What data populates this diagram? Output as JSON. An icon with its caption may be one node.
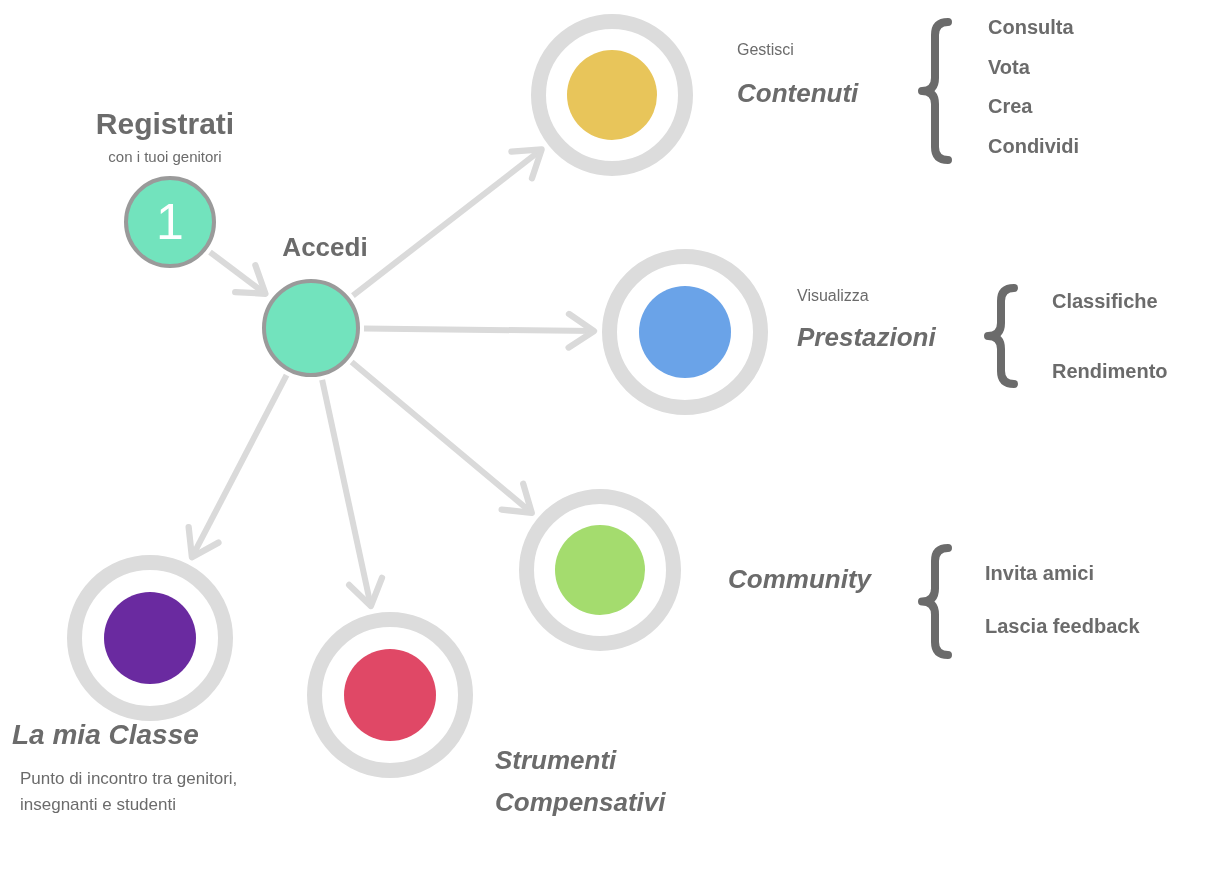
{
  "diagram": {
    "nodes": [
      {
        "text": [
          "1"
        ],
        "beside": [
          "Registrati",
          "con i tuoi genitori"
        ]
      },
      {
        "text": [
          "Accedi"
        ]
      },
      {
        "text": [],
        "shape": "circle",
        "beside": [
          "Gestisci",
          "Contenuti"
        ]
      },
      {
        "text": [],
        "shape": "circle",
        "beside": [
          "Visualizza",
          "Prestazioni"
        ]
      },
      {
        "text": [],
        "shape": "circle",
        "beside": [
          "Community"
        ]
      },
      {
        "text": [],
        "shape": "circle",
        "beside": [
          "La mia Classe",
          "Punto di incontro tra genitori, insegnanti e studenti"
        ]
      },
      {
        "text": [],
        "shape": "circle",
        "beside": [
          "Strumenti Compensativi"
        ]
      }
    ],
    "edges": [
      {
        "from": 0,
        "to": 1,
        "arrow": "to"
      },
      {
        "from": 1,
        "to": 2,
        "arrow": "to"
      },
      {
        "from": 1,
        "to": 3,
        "arrow": "to"
      },
      {
        "from": 1,
        "to": 4,
        "arrow": "to"
      },
      {
        "from": 1,
        "to": 5,
        "arrow": "to"
      },
      {
        "from": 1,
        "to": 6,
        "arrow": "to"
      }
    ],
    "labels": [
      "Consulta",
      "Vota",
      "Crea",
      "Condividi",
      "Classifiche",
      "Rendimento",
      "Invita amici",
      "Lascia feedback"
    ]
  }
}
